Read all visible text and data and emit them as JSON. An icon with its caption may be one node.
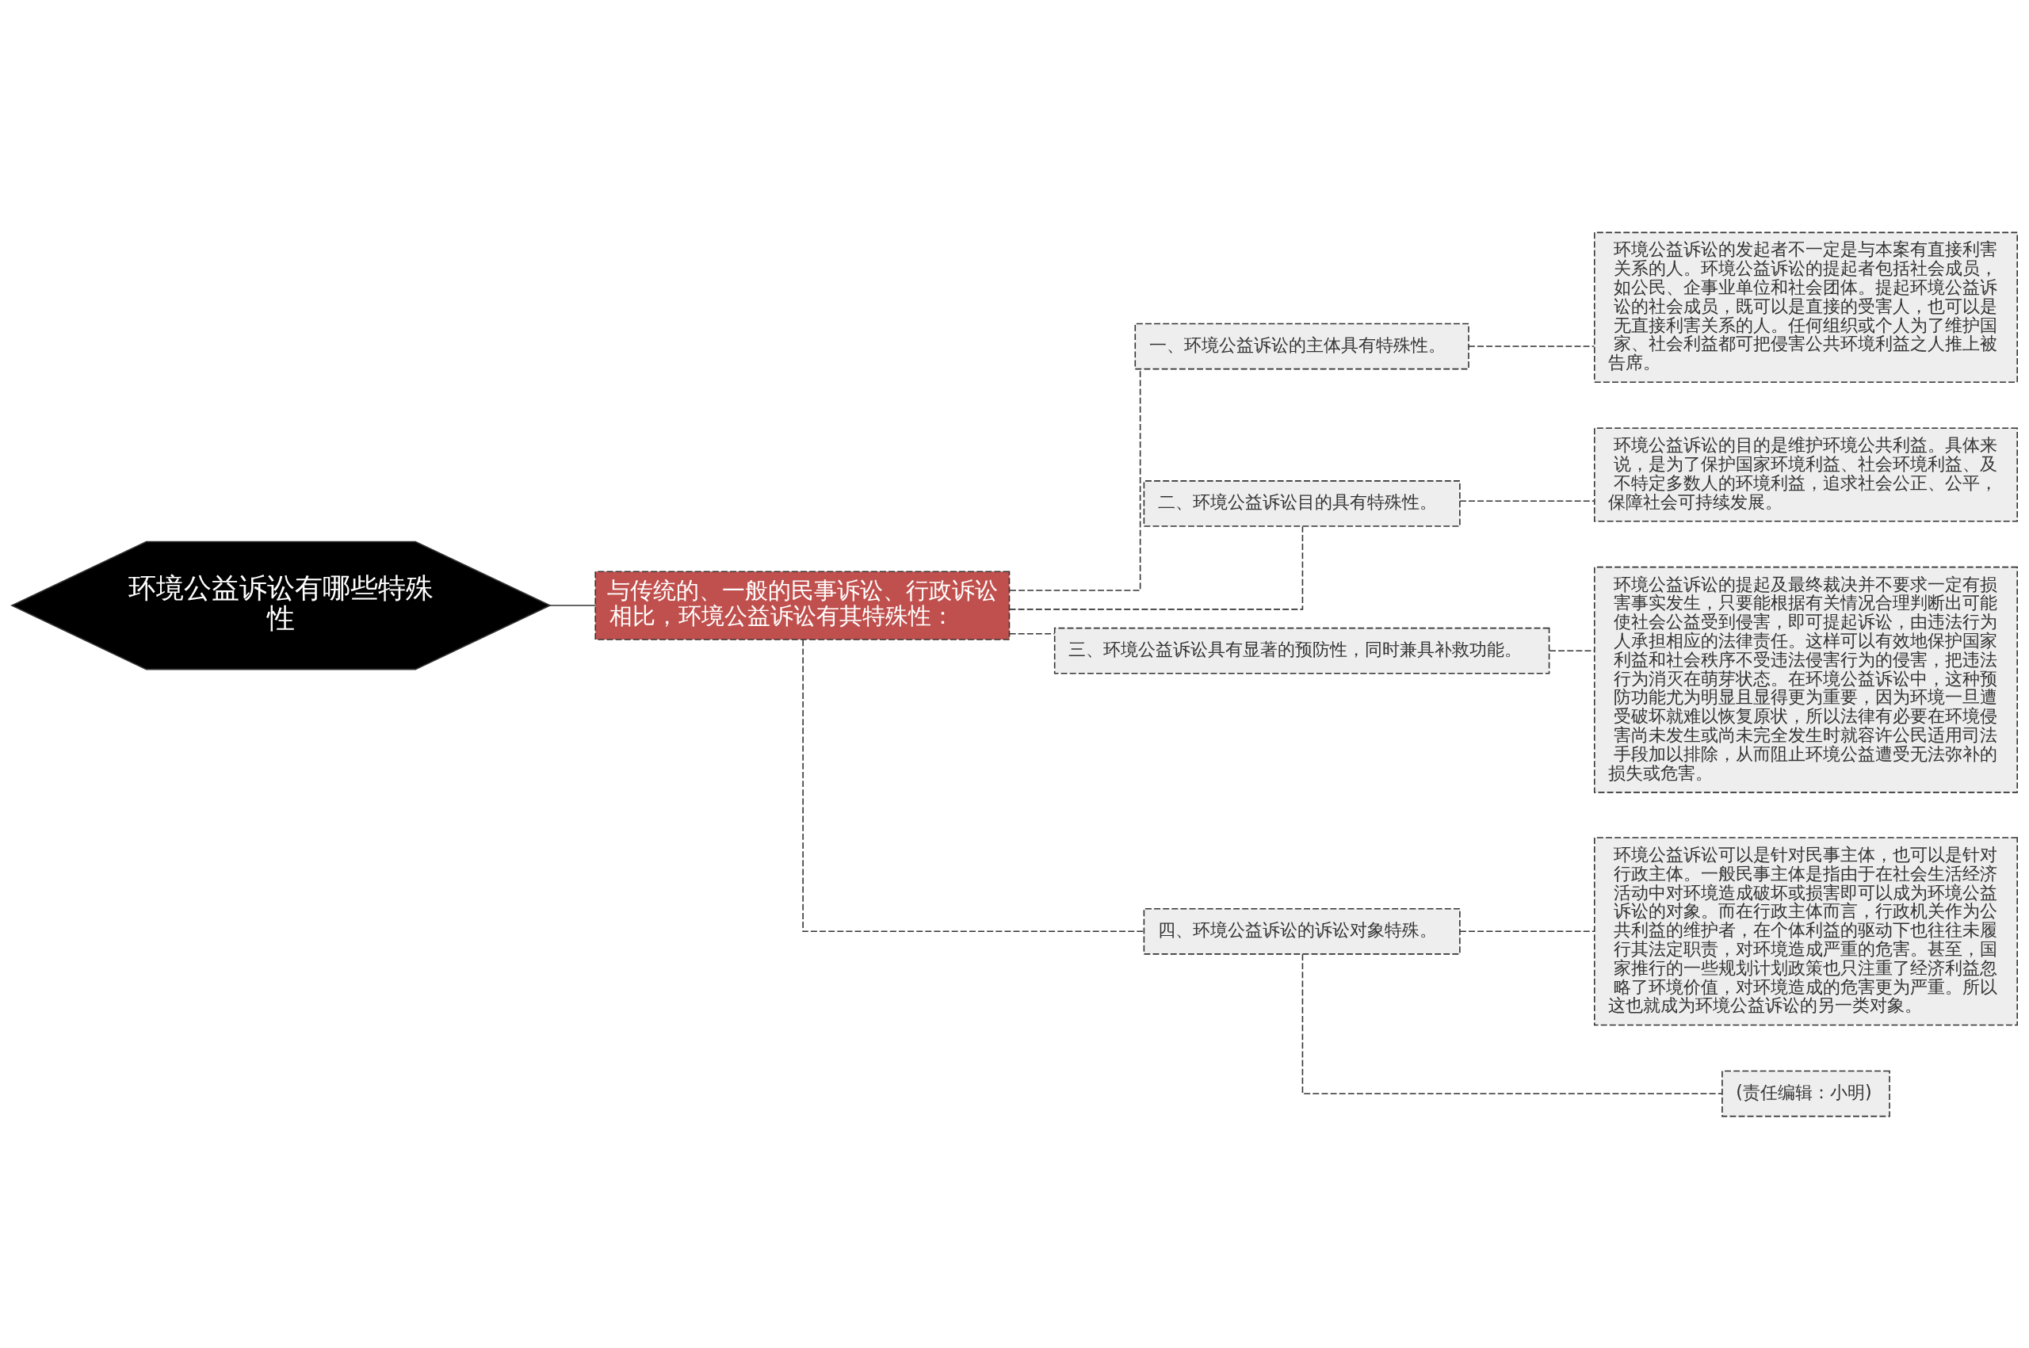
{
  "diagram": {
    "nodes": [
      {
        "text": [
          "环境公益诉讼有哪些特殊性"
        ]
      },
      {
        "text": [
          "与传统的、一般的民事诉讼、行政诉讼相比，环境公益诉讼有其特殊性："
        ]
      },
      {
        "text": [
          "一、环境公益诉讼的主体具有特殊性。"
        ]
      },
      {
        "text": [
          "环境公益诉讼的发起者不一定是与本案有直接利害关系的人。环境公益诉讼的提起者包括社会成员，如公民、企事业单位和社会团体。提起环境公益诉讼的社会成员，既可以是直接的受害人，也可以是无直接利害关系的人。任何组织或个人为了维护国家、社会利益都可把侵害公共环境利益之人推上被告席。"
        ]
      },
      {
        "text": [
          "二、环境公益诉讼目的具有特殊性。"
        ]
      },
      {
        "text": [
          "环境公益诉讼的目的是维护环境公共利益。具体来说，是为了保护国家环境利益、社会环境利益、及不特定多数人的环境利益，追求社会公正、公平，保障社会可持续发展。"
        ]
      },
      {
        "text": [
          "三、环境公益诉讼具有显著的预防性，同时兼具补救功能。"
        ]
      },
      {
        "text": [
          "环境公益诉讼的提起及最终裁决并不要求一定有损害事实发生，只要能根据有关情况合理判断出可能使社会公益受到侵害，即可提起诉讼，由违法行为人承担相应的法律责任。这样可以有效地保护国家利益和社会秩序不受违法侵害行为的侵害，把违法行为消灭在萌芽状态。在环境公益诉讼中，这种预防功能尤为明显且显得更为重要，因为环境一旦遭受破坏就难以恢复原状，所以法律有必要在环境侵害尚未发生或尚未完全发生时就容许公民适用司法手段加以排除，从而阻止环境公益遭受无法弥补的损失或危害。"
        ]
      },
      {
        "text": [
          "四、环境公益诉讼的诉讼对象特殊。"
        ]
      },
      {
        "text": [
          "环境公益诉讼可以是针对民事主体，也可以是针对行政主体。一般民事主体是指由于在社会生活经济活动中对环境造成破坏或损害即可以成为环境公益诉讼的对象。而在行政主体而言，行政机关作为公共利益的维护者，在个体利益的驱动下也往往未履行其法定职责，对环境造成严重的危害。甚至，国家推行的一些规划计划政策也只注重了经济利益忽略了环境价值，对环境造成的危害更为严重。所以这也就成为环境公益诉讼的另一类对象。"
        ]
      },
      {
        "text": [
          "(责任编辑：小明)"
        ]
      }
    ],
    "edges": [
      {
        "from": 0,
        "to": 1,
        "arrow": "none"
      },
      {
        "from": 1,
        "to": 2,
        "arrow": "none",
        "style": "dashed"
      },
      {
        "from": 1,
        "to": 4,
        "arrow": "none",
        "style": "dashed"
      },
      {
        "from": 1,
        "to": 6,
        "arrow": "none",
        "style": "dashed"
      },
      {
        "from": 1,
        "to": 8,
        "arrow": "none",
        "style": "dashed"
      },
      {
        "from": 2,
        "to": 3,
        "arrow": "none",
        "style": "dashed"
      },
      {
        "from": 4,
        "to": 5,
        "arrow": "none",
        "style": "dashed"
      },
      {
        "from": 6,
        "to": 7,
        "arrow": "none",
        "style": "dashed"
      },
      {
        "from": 8,
        "to": 9,
        "arrow": "none",
        "style": "dashed"
      },
      {
        "from": 8,
        "to": 10,
        "arrow": "none",
        "style": "dashed"
      }
    ]
  }
}
